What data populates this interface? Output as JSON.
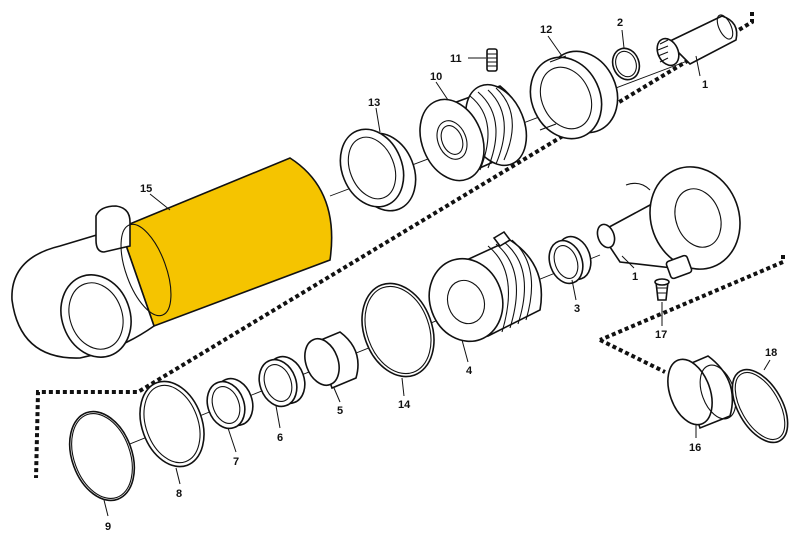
{
  "callouts": {
    "c1_top": "1",
    "c2": "2",
    "c12": "12",
    "c11": "11",
    "c10": "10",
    "c13": "13",
    "c15": "15",
    "c1_mid": "1",
    "c3": "3",
    "c4": "4",
    "c17": "17",
    "c14": "14",
    "c5": "5",
    "c6": "6",
    "c7": "7",
    "c8": "8",
    "c9": "9",
    "c16": "16",
    "c18": "18"
  },
  "colors": {
    "highlight": "#f5c400",
    "line": "#111111",
    "background": "#ffffff"
  }
}
